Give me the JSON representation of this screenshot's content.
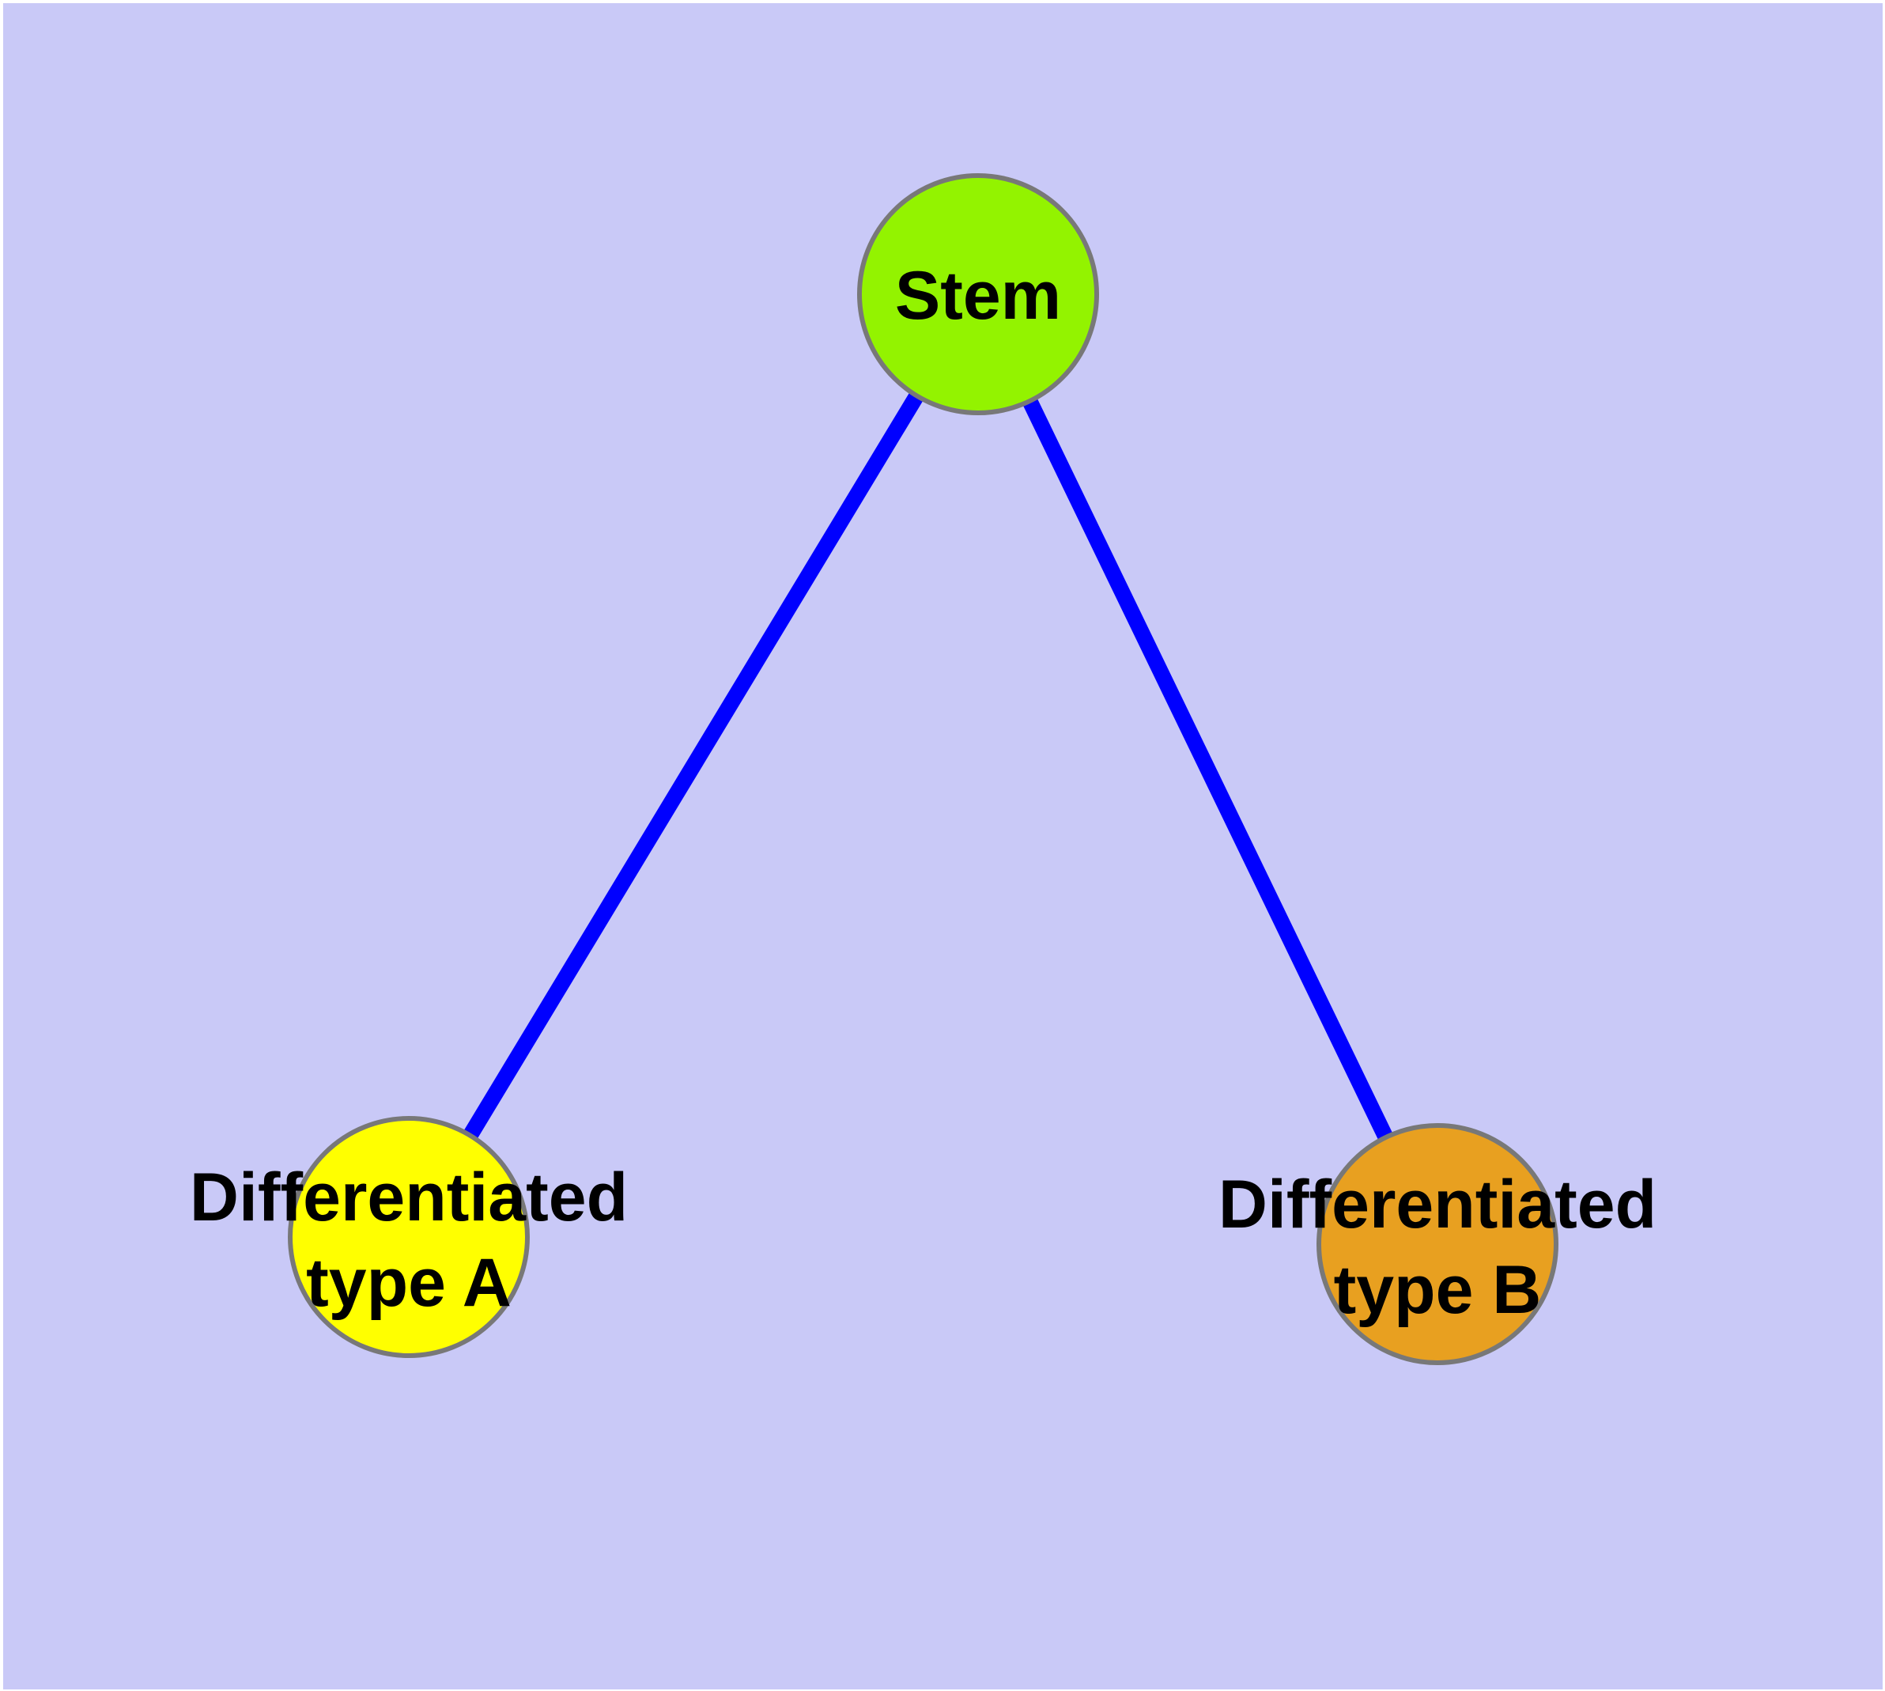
{
  "diagram": {
    "background_color": "#C9C9F7",
    "frame_color": "#FFFFFF",
    "edge_color": "#0000FF",
    "node_border_color": "#787878",
    "label_color": "#000000",
    "nodes": {
      "stem": {
        "label_lines": [
          "Stem"
        ],
        "fill": "#93F300"
      },
      "type_a": {
        "label_lines": [
          "Differentiated",
          "type A"
        ],
        "fill": "#FFFF00"
      },
      "type_b": {
        "label_lines": [
          "Differentiated",
          "type B"
        ],
        "fill": "#E8A020"
      }
    },
    "edges": [
      {
        "from": "Stem",
        "to": "Differentiated type A"
      },
      {
        "from": "Stem",
        "to": "Differentiated type B"
      }
    ]
  }
}
